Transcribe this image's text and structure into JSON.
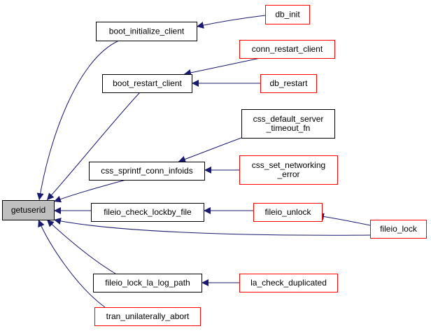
{
  "colors": {
    "edge": "#191970",
    "border_black": "#000000",
    "border_red": "#ff0000",
    "focus_fill": "#bfbfbf",
    "node_fill": "#ffffff"
  },
  "nodes": [
    {
      "id": "getuserid",
      "lines": [
        "getuserid"
      ],
      "border": "black",
      "focus": true
    },
    {
      "id": "boot_initialize_client",
      "lines": [
        "boot_initialize_client"
      ],
      "border": "black"
    },
    {
      "id": "db_init",
      "lines": [
        "db_init"
      ],
      "border": "red"
    },
    {
      "id": "boot_restart_client",
      "lines": [
        "boot_restart_client"
      ],
      "border": "black"
    },
    {
      "id": "conn_restart_client",
      "lines": [
        "conn_restart_client"
      ],
      "border": "red"
    },
    {
      "id": "db_restart",
      "lines": [
        "db_restart"
      ],
      "border": "red"
    },
    {
      "id": "css_default_server_timeout_fn",
      "lines": [
        "css_default_server",
        "_timeout_fn"
      ],
      "border": "black"
    },
    {
      "id": "css_sprintf_conn_infoids",
      "lines": [
        "css_sprintf_conn_infoids"
      ],
      "border": "black"
    },
    {
      "id": "css_set_networking_error",
      "lines": [
        "css_set_networking",
        "_error"
      ],
      "border": "red"
    },
    {
      "id": "fileio_check_lockby_file",
      "lines": [
        "fileio_check_lockby_file"
      ],
      "border": "black"
    },
    {
      "id": "fileio_unlock",
      "lines": [
        "fileio_unlock"
      ],
      "border": "red"
    },
    {
      "id": "fileio_lock",
      "lines": [
        "fileio_lock"
      ],
      "border": "red"
    },
    {
      "id": "fileio_lock_la_log_path",
      "lines": [
        "fileio_lock_la_log_path"
      ],
      "border": "black"
    },
    {
      "id": "la_check_duplicated",
      "lines": [
        "la_check_duplicated"
      ],
      "border": "red"
    },
    {
      "id": "tran_unilaterally_abort",
      "lines": [
        "tran_unilaterally_abort"
      ],
      "border": "red"
    }
  ],
  "edges": [
    {
      "from": "boot_initialize_client",
      "to": "getuserid"
    },
    {
      "from": "db_init",
      "to": "boot_initialize_client"
    },
    {
      "from": "boot_restart_client",
      "to": "getuserid"
    },
    {
      "from": "conn_restart_client",
      "to": "boot_restart_client"
    },
    {
      "from": "db_restart",
      "to": "boot_restart_client"
    },
    {
      "from": "css_sprintf_conn_infoids",
      "to": "getuserid"
    },
    {
      "from": "css_default_server_timeout_fn",
      "to": "css_sprintf_conn_infoids"
    },
    {
      "from": "css_set_networking_error",
      "to": "css_sprintf_conn_infoids"
    },
    {
      "from": "fileio_check_lockby_file",
      "to": "getuserid"
    },
    {
      "from": "fileio_unlock",
      "to": "fileio_check_lockby_file"
    },
    {
      "from": "fileio_lock",
      "to": "fileio_unlock"
    },
    {
      "from": "fileio_lock",
      "to": "getuserid"
    },
    {
      "from": "fileio_lock_la_log_path",
      "to": "getuserid"
    },
    {
      "from": "la_check_duplicated",
      "to": "fileio_lock_la_log_path"
    },
    {
      "from": "tran_unilaterally_abort",
      "to": "getuserid"
    }
  ]
}
